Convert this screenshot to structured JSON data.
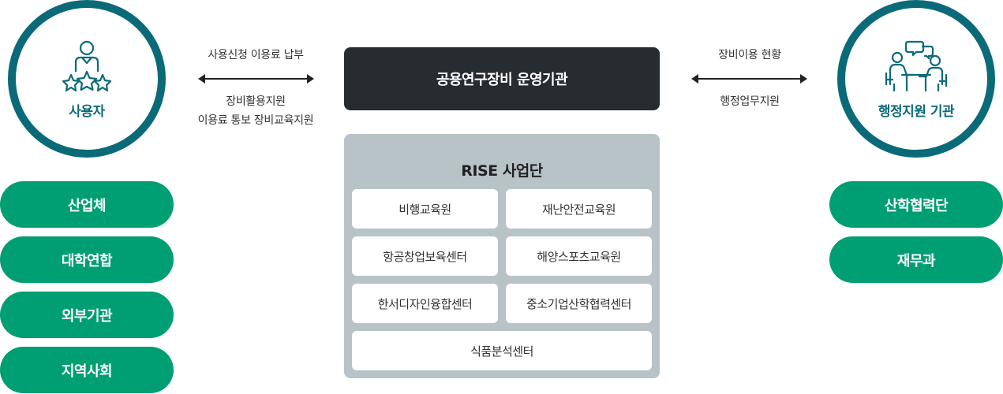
{
  "left": {
    "title": "사용자",
    "icon": "user-rating-icon",
    "items": [
      "산업체",
      "대학연합",
      "외부기관",
      "지역사회"
    ]
  },
  "right": {
    "title": "행정지원 기관",
    "icon": "meeting-icon",
    "items": [
      "산학협력단",
      "재무과"
    ]
  },
  "left_flow": {
    "top": "사용신청 이용료 납부",
    "bottom_line1": "장비활용지원",
    "bottom_line2": "이용료 통보 장비교육지원"
  },
  "right_flow": {
    "top": "장비이용 현황",
    "bottom": "행정업무지원"
  },
  "center": {
    "title": "공용연구장비 운영기관"
  },
  "rise": {
    "title": "RISE 사업단",
    "items": [
      "비행교육원",
      "재난안전교육원",
      "항공창업보육센터",
      "해양스포츠교육원",
      "한서디자인융합센터",
      "중소기업산학협력센터",
      "식품분석센터"
    ]
  },
  "colors": {
    "teal": "#0b6a78",
    "green": "#009e73",
    "dark": "#262c30",
    "panel": "#b8c3c7"
  }
}
